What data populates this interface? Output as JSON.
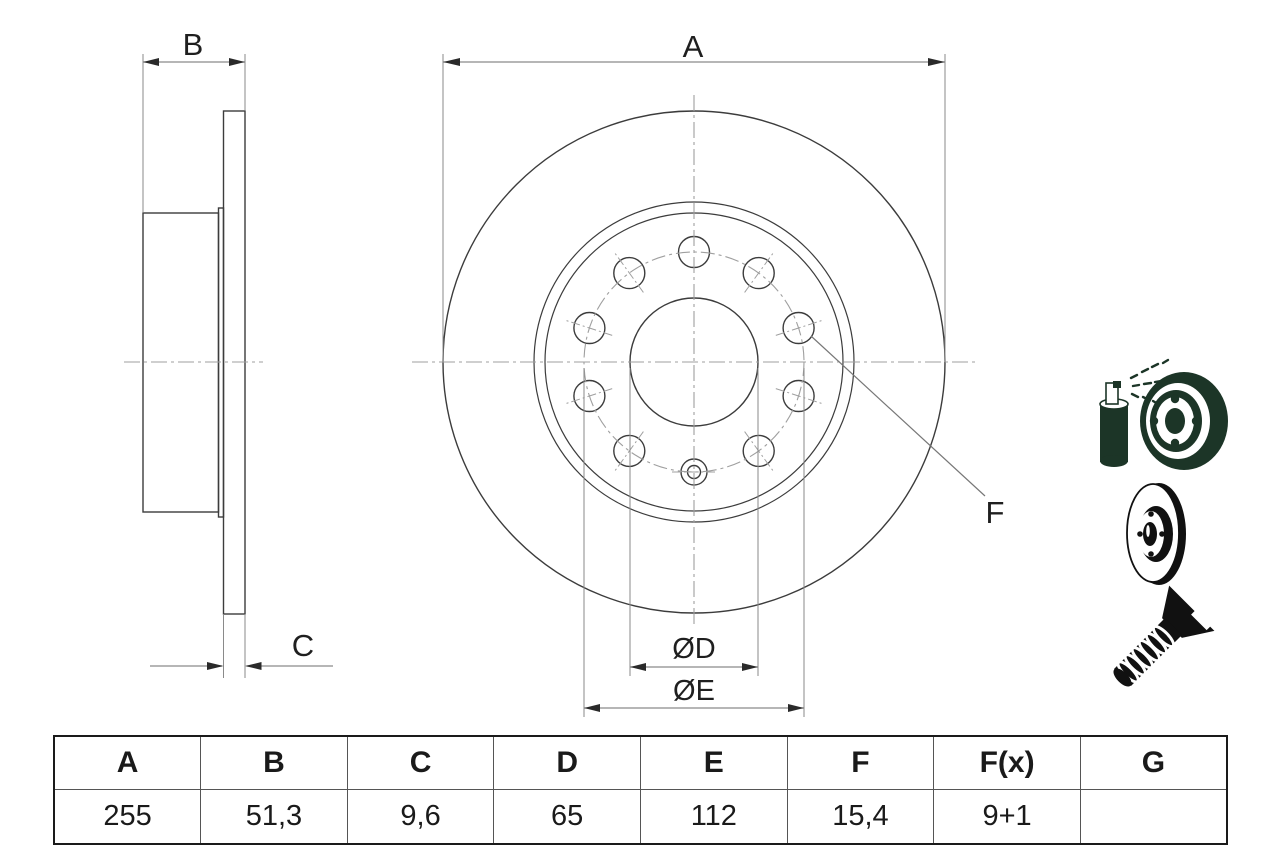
{
  "drawing": {
    "labels": {
      "a": "A",
      "b": "B",
      "c": "C",
      "diam_d": "ØD",
      "diam_e": "ØE",
      "f": "F"
    }
  },
  "table": {
    "headers": [
      "A",
      "B",
      "C",
      "D",
      "E",
      "F",
      "F(x)",
      "G"
    ],
    "values": [
      "255",
      "51,3",
      "9,6",
      "65",
      "112",
      "15,4",
      "9+1",
      ""
    ]
  },
  "colors": {
    "icon_green": "#1c3527",
    "outline": "#3c3c3c",
    "dimension": "#8a8a8a",
    "centerline": "#9f9f9f"
  },
  "icons": {
    "spray": "spray-can-coated-disc",
    "disc": "brake-disc-side-view",
    "screw": "countersunk-screw"
  }
}
